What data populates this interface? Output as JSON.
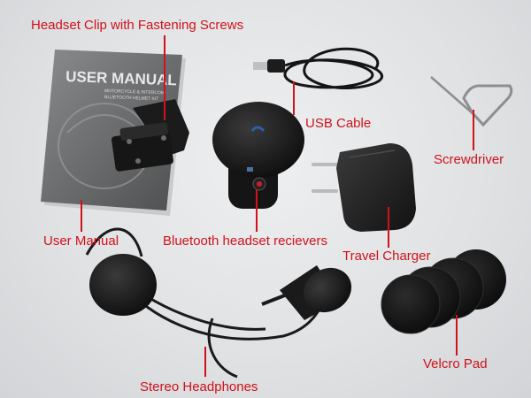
{
  "labels": {
    "headset_clip": "Headset Clip with Fastening Screws",
    "usb_cable": "USB Cable",
    "screwdriver": "Screwdriver",
    "user_manual": "User Manual",
    "bluetooth_receivers": "Bluetooth headset recievers",
    "travel_charger": "Travel Charger",
    "velcro_pad": "Velcro Pad",
    "stereo_headphones": "Stereo Headphones"
  },
  "manual_cover": {
    "title": "USER MANUAL",
    "subtitle_line1": "MOTORCYCLE & INTERCOM",
    "subtitle_line2": "BLUETOOTH HELMET KIT"
  },
  "colors": {
    "label_red": "#d0121b",
    "background": "#e4e6e8",
    "device_black": "#1a1a1a",
    "manual_gray": "#6e6f70"
  }
}
